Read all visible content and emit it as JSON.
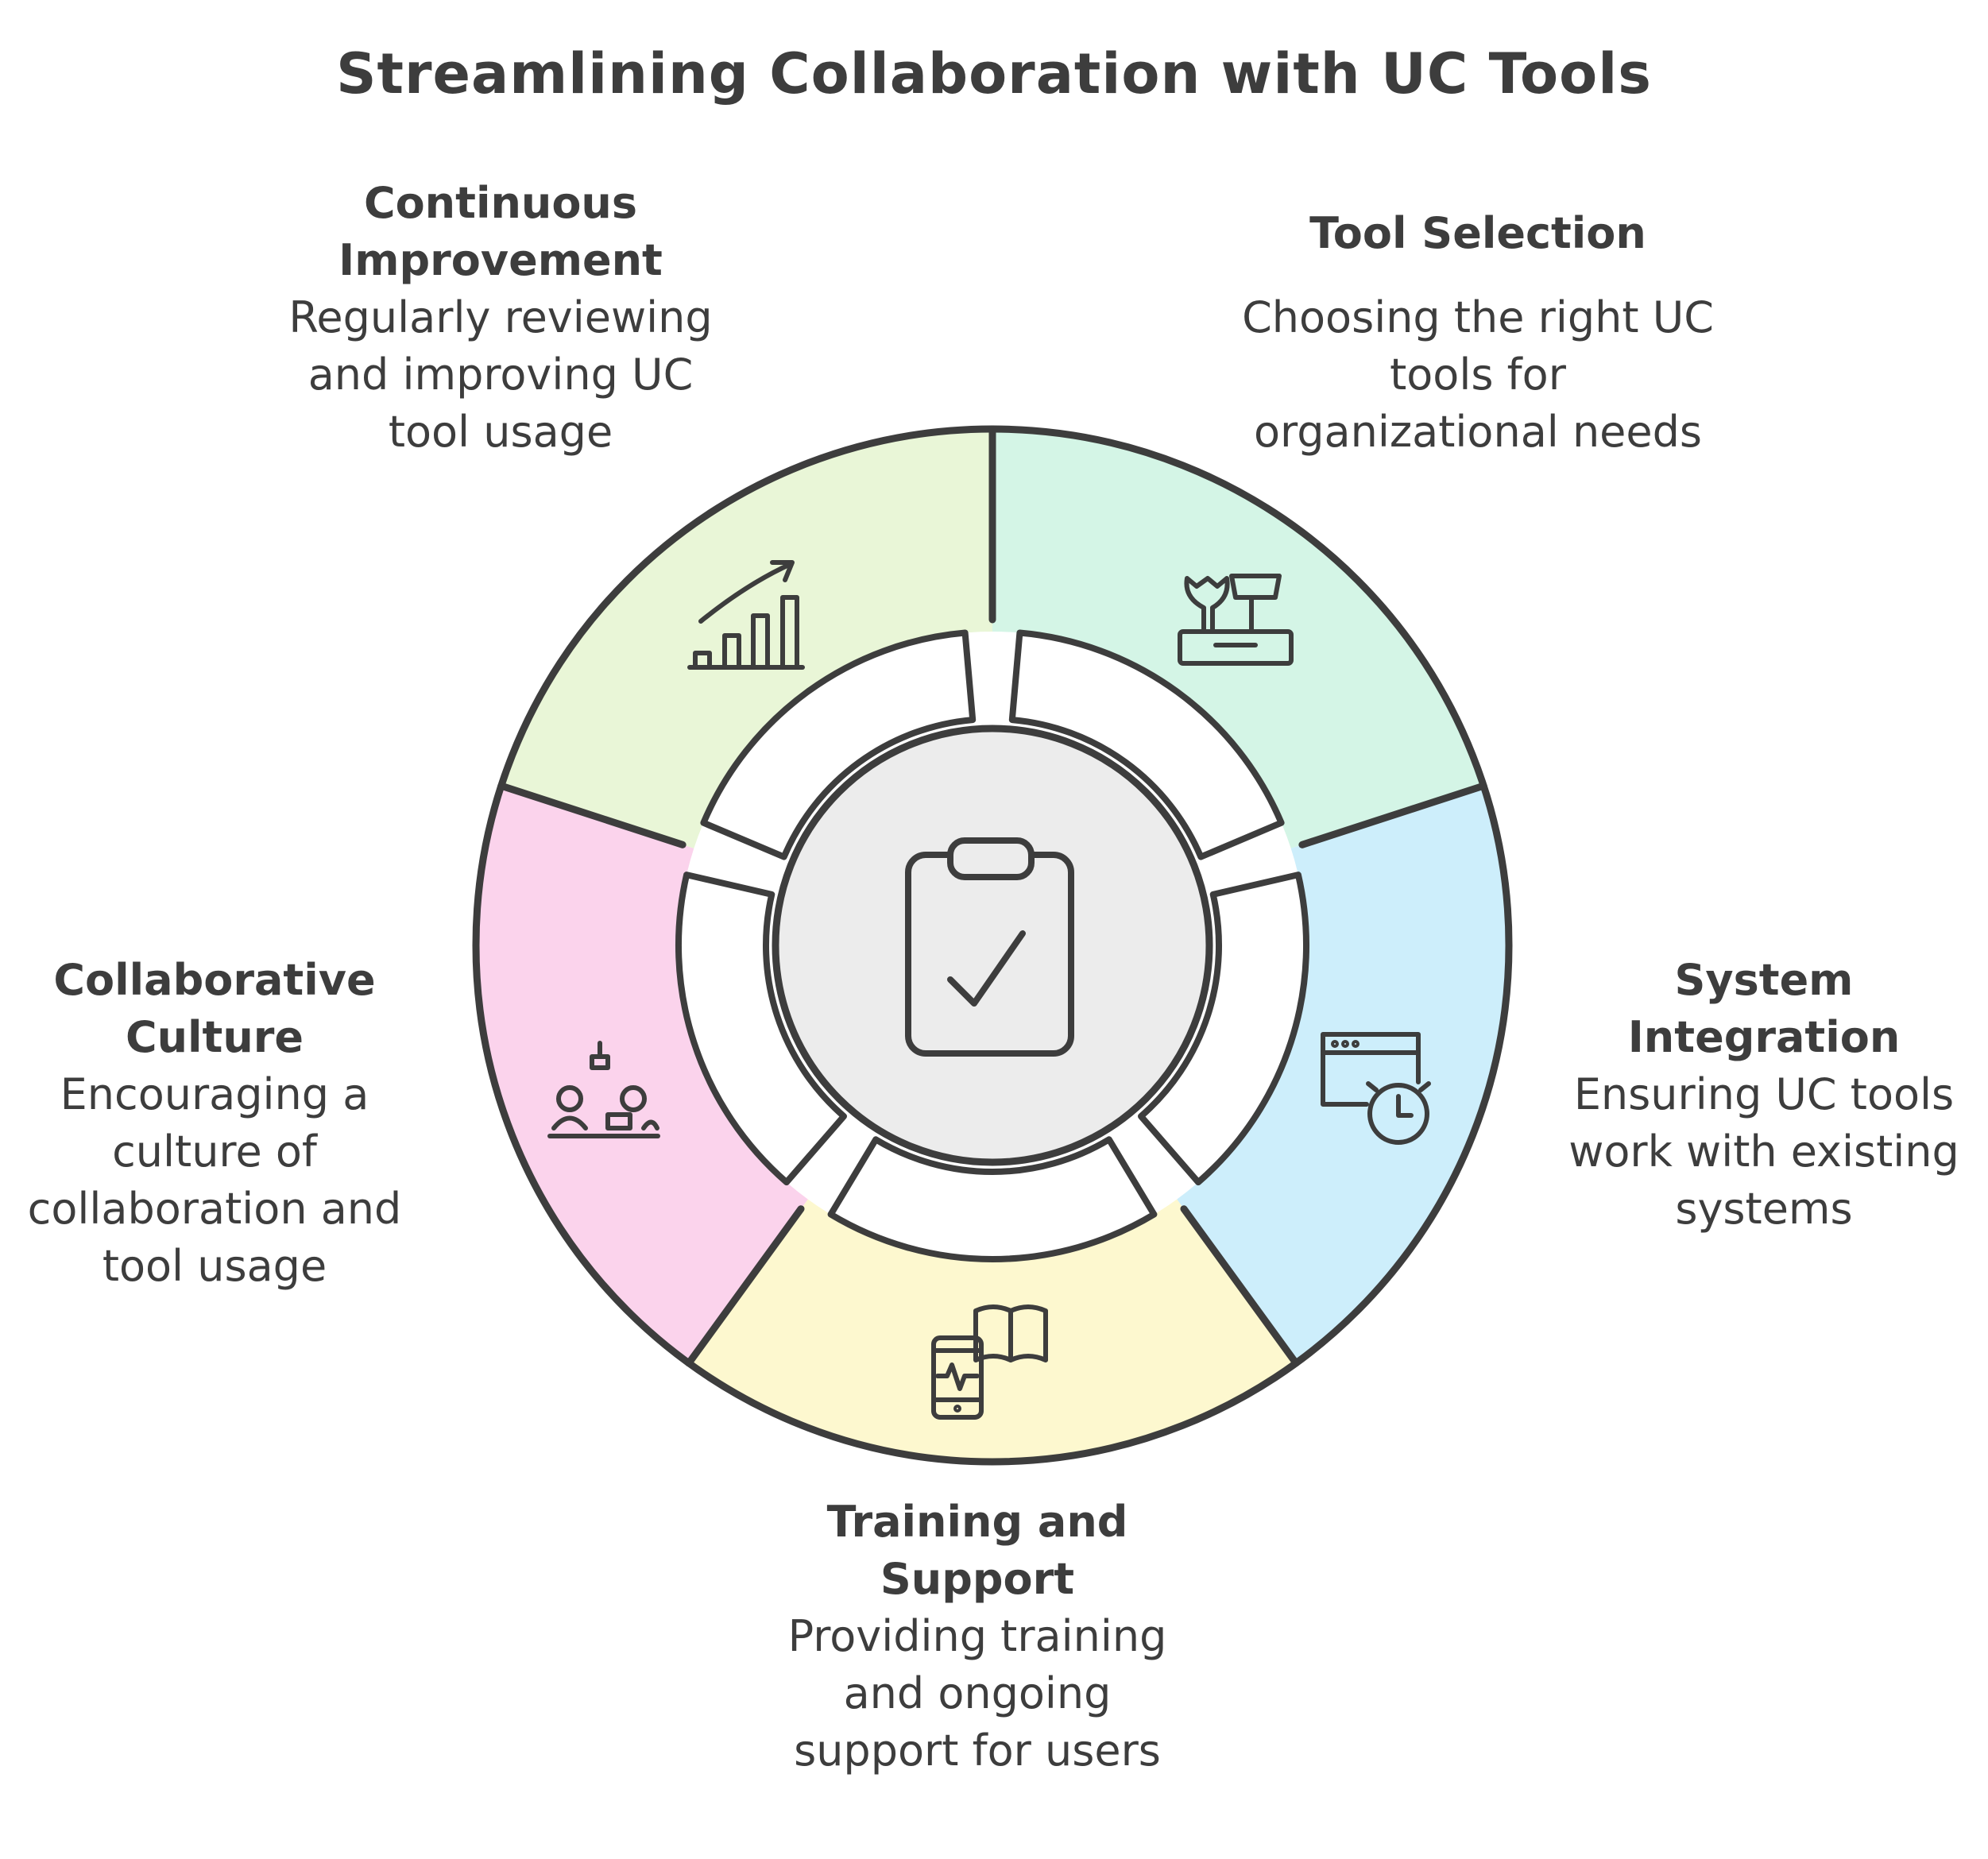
{
  "title": "Streamlining Collaboration with UC Tools",
  "colors": {
    "outline": "#3d3d3d",
    "tool_selection": "#d4f5e6",
    "system_integration": "#cdeefb",
    "training_support": "#fdf8cf",
    "collaborative_culture": "#fbd3ec",
    "continuous_improvement": "#e9f6d7",
    "center": "#ececec"
  },
  "center_icon": "clipboard-check-icon",
  "segments": [
    {
      "id": "tool-selection",
      "heading": "Tool Selection",
      "description": "Choosing the right UC tools for organizational needs",
      "icon": "toolbox-icon",
      "color": "#d4f5e6"
    },
    {
      "id": "system-integration",
      "heading": "System Integration",
      "description": "Ensuring UC tools work with existing systems",
      "icon": "browser-clock-icon",
      "color": "#cdeefb"
    },
    {
      "id": "training-support",
      "heading": "Training and Support",
      "description": "Providing training and ongoing support for users",
      "icon": "mobile-book-icon",
      "color": "#fdf8cf"
    },
    {
      "id": "collaborative-culture",
      "heading": "Collaborative Culture",
      "description": "Encouraging a culture of collaboration and tool usage",
      "icon": "team-meeting-icon",
      "color": "#fbd3ec"
    },
    {
      "id": "continuous-improvement",
      "heading": "Continuous Improvement",
      "description": "Regularly reviewing and improving UC tool usage",
      "icon": "growth-chart-icon",
      "color": "#e9f6d7"
    }
  ]
}
